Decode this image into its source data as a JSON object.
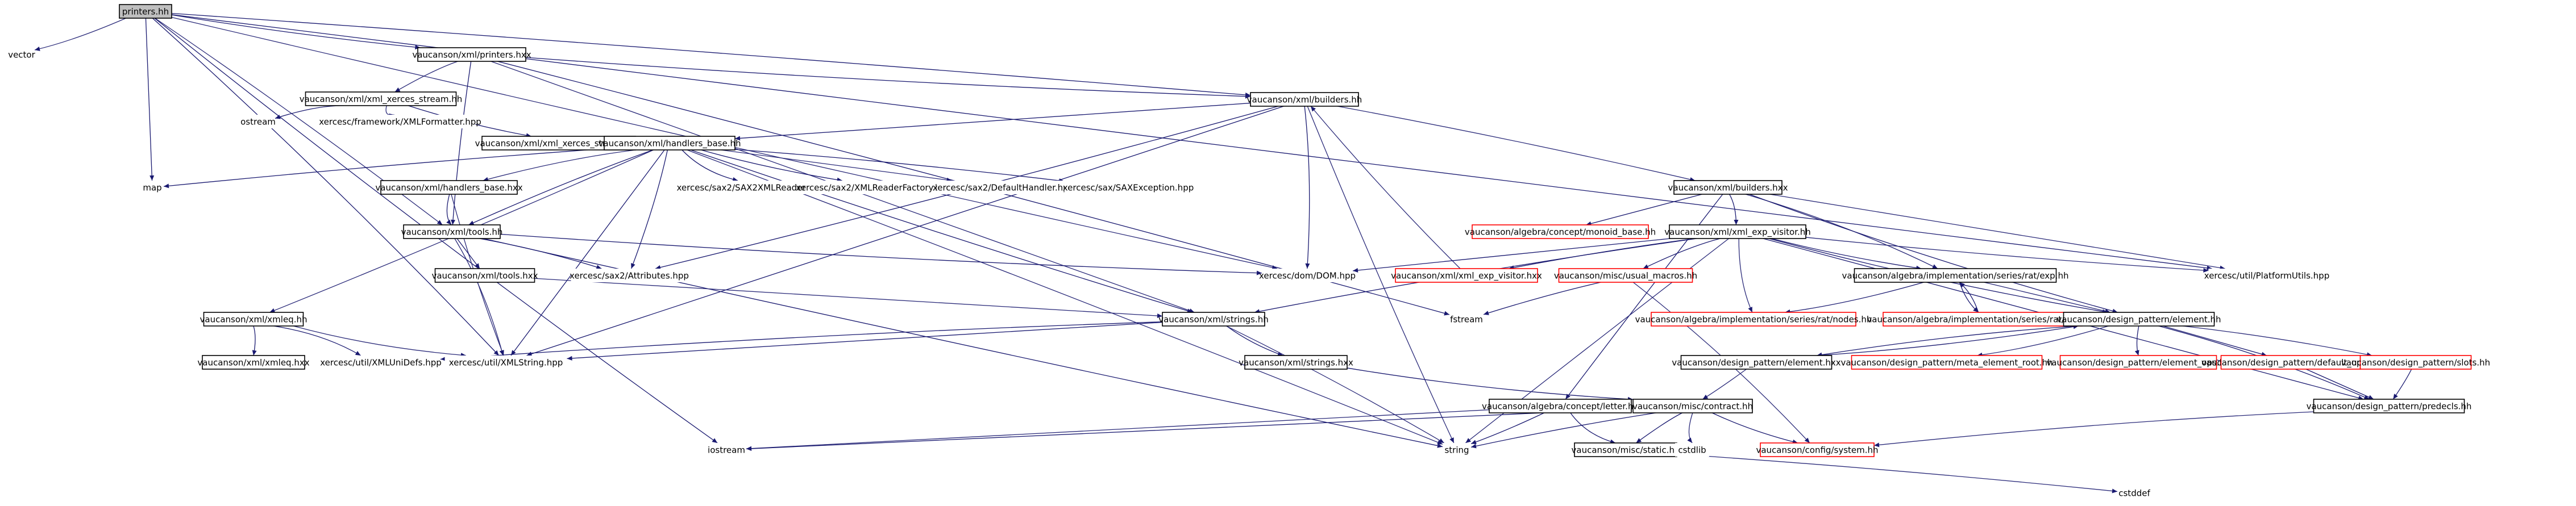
{
  "nodes": [
    {
      "id": "printers_hh",
      "label": "printers.hh",
      "style": "root"
    },
    {
      "id": "vector",
      "label": "vector",
      "style": "plain"
    },
    {
      "id": "xml_printers_hxx",
      "label": "vaucanson/xml/printers.hxx",
      "style": "normal"
    },
    {
      "id": "xml_builders_hh",
      "label": "vaucanson/xml/builders.hh",
      "style": "normal"
    },
    {
      "id": "xml_xerces_stream_hh",
      "label": "vaucanson/xml/xml_xerces_stream.hh",
      "style": "normal"
    },
    {
      "id": "ostream",
      "label": "ostream",
      "style": "plain"
    },
    {
      "id": "xmlformatter",
      "label": "xercesc/framework/XMLFormatter.hpp",
      "style": "plain"
    },
    {
      "id": "xml_xerces_stream_hxx",
      "label": "vaucanson/xml/xml_xerces_stream.hxx",
      "style": "normal"
    },
    {
      "id": "handlers_base_hh",
      "label": "vaucanson/xml/handlers_base.hh",
      "style": "normal"
    },
    {
      "id": "map",
      "label": "map",
      "style": "plain"
    },
    {
      "id": "handlers_base_hxx",
      "label": "vaucanson/xml/handlers_base.hxx",
      "style": "normal"
    },
    {
      "id": "sax2xmlreader",
      "label": "xercesc/sax2/SAX2XMLReader.hpp",
      "style": "plain"
    },
    {
      "id": "xmlreaderfactory",
      "label": "xercesc/sax2/XMLReaderFactory.hpp",
      "style": "plain"
    },
    {
      "id": "defaulthandler",
      "label": "xercesc/sax2/DefaultHandler.hpp",
      "style": "plain"
    },
    {
      "id": "saxexception",
      "label": "xercesc/sax/SAXException.hpp",
      "style": "plain"
    },
    {
      "id": "tools_hh",
      "label": "vaucanson/xml/tools.hh",
      "style": "normal"
    },
    {
      "id": "tools_hxx",
      "label": "vaucanson/xml/tools.hxx",
      "style": "normal"
    },
    {
      "id": "attributes",
      "label": "xercesc/sax2/Attributes.hpp",
      "style": "plain"
    },
    {
      "id": "xmleq_hh",
      "label": "vaucanson/xml/xmleq.hh",
      "style": "normal"
    },
    {
      "id": "xmleq_hxx",
      "label": "vaucanson/xml/xmleq.hxx",
      "style": "normal"
    },
    {
      "id": "xmlunidefs",
      "label": "xercesc/util/XMLUniDefs.hpp",
      "style": "plain"
    },
    {
      "id": "xmlstring",
      "label": "xercesc/util/XMLString.hpp",
      "style": "plain"
    },
    {
      "id": "strings_hh",
      "label": "vaucanson/xml/strings.hh",
      "style": "normal"
    },
    {
      "id": "strings_hxx",
      "label": "vaucanson/xml/strings.hxx",
      "style": "normal"
    },
    {
      "id": "fstream",
      "label": "fstream",
      "style": "plain"
    },
    {
      "id": "domdom",
      "label": "xercesc/dom/DOM.hpp",
      "style": "plain"
    },
    {
      "id": "xml_exp_visitor_hxx",
      "label": "vaucanson/xml/xml_exp_visitor.hxx",
      "style": "red"
    },
    {
      "id": "builders_hxx",
      "label": "vaucanson/xml/builders.hxx",
      "style": "normal"
    },
    {
      "id": "monoid_base",
      "label": "vaucanson/algebra/concept/monoid_base.hh",
      "style": "red"
    },
    {
      "id": "xml_exp_visitor_hh",
      "label": "vaucanson/xml/xml_exp_visitor.hh",
      "style": "normal"
    },
    {
      "id": "usual_macros",
      "label": "vaucanson/misc/usual_macros.hh",
      "style": "red"
    },
    {
      "id": "seriesrat_nodes",
      "label": "vaucanson/algebra/implementation/series/rat/nodes.hh",
      "style": "red"
    },
    {
      "id": "seriesrat_exp_hh",
      "label": "vaucanson/algebra/implementation/series/rat/exp.hh",
      "style": "normal"
    },
    {
      "id": "seriesrat_exp_hxx",
      "label": "vaucanson/algebra/implementation/series/rat/exp.hxx",
      "style": "red"
    },
    {
      "id": "platformutils",
      "label": "xercesc/util/PlatformUtils.hpp",
      "style": "plain"
    },
    {
      "id": "dp_element_hh",
      "label": "vaucanson/design_pattern/element.hh",
      "style": "normal"
    },
    {
      "id": "dp_element_hxx",
      "label": "vaucanson/design_pattern/element.hxx",
      "style": "normal"
    },
    {
      "id": "dp_meta_element_root",
      "label": "vaucanson/design_pattern/meta_element_root.hh",
      "style": "red"
    },
    {
      "id": "dp_element_ops",
      "label": "vaucanson/design_pattern/element_ops.hh",
      "style": "red"
    },
    {
      "id": "dp_default_ops",
      "label": "vaucanson/design_pattern/default_ops.hh",
      "style": "red"
    },
    {
      "id": "dp_slots",
      "label": "vaucanson/design_pattern/slots.hh",
      "style": "red"
    },
    {
      "id": "dp_predecls",
      "label": "vaucanson/design_pattern/predecls.hh",
      "style": "normal"
    },
    {
      "id": "letter_hh",
      "label": "vaucanson/algebra/concept/letter.hh",
      "style": "normal"
    },
    {
      "id": "contract_hh",
      "label": "vaucanson/misc/contract.hh",
      "style": "normal"
    },
    {
      "id": "static_hh",
      "label": "vaucanson/misc/static.hh",
      "style": "normal"
    },
    {
      "id": "cstdlib",
      "label": "cstdlib",
      "style": "plain"
    },
    {
      "id": "config_system",
      "label": "vaucanson/config/system.hh",
      "style": "red"
    },
    {
      "id": "iostream",
      "label": "iostream",
      "style": "plain"
    },
    {
      "id": "string",
      "label": "string",
      "style": "plain"
    },
    {
      "id": "cstddef",
      "label": "cstddef",
      "style": "plain"
    }
  ],
  "edges": [
    [
      "printers_hh",
      "vector"
    ],
    [
      "printers_hh",
      "xml_printers_hxx"
    ],
    [
      "printers_hh",
      "map"
    ],
    [
      "printers_hh",
      "tools_hh"
    ],
    [
      "printers_hh",
      "xmlstring"
    ],
    [
      "printers_hh",
      "iostream"
    ],
    [
      "printers_hh",
      "domdom"
    ],
    [
      "printers_hh",
      "platformutils"
    ],
    [
      "printers_hh",
      "xml_builders_hh"
    ],
    [
      "xml_printers_hxx",
      "xml_xerces_stream_hh"
    ],
    [
      "xml_printers_hxx",
      "xml_builders_hh"
    ],
    [
      "xml_printers_hxx",
      "tools_hh"
    ],
    [
      "xml_printers_hxx",
      "strings_hh"
    ],
    [
      "xml_printers_hxx",
      "fstream"
    ],
    [
      "xml_xerces_stream_hh",
      "ostream"
    ],
    [
      "xml_xerces_stream_hh",
      "xmlformatter"
    ],
    [
      "xml_xerces_stream_hh",
      "xml_xerces_stream_hxx"
    ],
    [
      "xml_builders_hh",
      "handlers_base_hh"
    ],
    [
      "xml_builders_hh",
      "builders_hxx"
    ],
    [
      "xml_builders_hh",
      "domdom"
    ],
    [
      "xml_builders_hh",
      "attributes"
    ],
    [
      "xml_builders_hh",
      "string"
    ],
    [
      "xml_builders_hh",
      "xmlstring"
    ],
    [
      "handlers_base_hh",
      "map"
    ],
    [
      "handlers_base_hh",
      "handlers_base_hxx"
    ],
    [
      "handlers_base_hh",
      "sax2xmlreader"
    ],
    [
      "handlers_base_hh",
      "xmlreaderfactory"
    ],
    [
      "handlers_base_hh",
      "defaulthandler"
    ],
    [
      "handlers_base_hh",
      "saxexception"
    ],
    [
      "handlers_base_hh",
      "attributes"
    ],
    [
      "handlers_base_hh",
      "xmleq_hh"
    ],
    [
      "handlers_base_hh",
      "strings_hh"
    ],
    [
      "handlers_base_hh",
      "xmlstring"
    ],
    [
      "handlers_base_hh",
      "string"
    ],
    [
      "handlers_base_hh",
      "tools_hh"
    ],
    [
      "handlers_base_hxx",
      "tools_hh"
    ],
    [
      "handlers_base_hxx",
      "xmlstring"
    ],
    [
      "tools_hh",
      "tools_hxx"
    ],
    [
      "tools_hh",
      "attributes"
    ],
    [
      "tools_hh",
      "xmlstring"
    ],
    [
      "tools_hh",
      "domdom"
    ],
    [
      "tools_hh",
      "string"
    ],
    [
      "tools_hxx",
      "strings_hh"
    ],
    [
      "xmleq_hh",
      "xmleq_hxx"
    ],
    [
      "xmleq_hh",
      "xmlunidefs"
    ],
    [
      "xmleq_hh",
      "xmlstring"
    ],
    [
      "strings_hh",
      "strings_hxx"
    ],
    [
      "strings_hh",
      "xmlstring"
    ],
    [
      "strings_hh",
      "string"
    ],
    [
      "strings_hh",
      "xmlunidefs"
    ],
    [
      "strings_hxx",
      "contract_hh"
    ],
    [
      "xml_exp_visitor_hxx",
      "xml_builders_hh"
    ],
    [
      "builders_hxx",
      "monoid_base"
    ],
    [
      "builders_hxx",
      "xml_exp_visitor_hh"
    ],
    [
      "builders_hxx",
      "seriesrat_exp_hh"
    ],
    [
      "builders_hxx",
      "dp_element_hh"
    ],
    [
      "builders_hxx",
      "letter_hh"
    ],
    [
      "builders_hxx",
      "platformutils"
    ],
    [
      "xml_exp_visitor_hh",
      "xml_exp_visitor_hxx"
    ],
    [
      "xml_exp_visitor_hh",
      "usual_macros"
    ],
    [
      "xml_exp_visitor_hh",
      "seriesrat_nodes"
    ],
    [
      "xml_exp_visitor_hh",
      "seriesrat_exp_hh"
    ],
    [
      "xml_exp_visitor_hh",
      "domdom"
    ],
    [
      "xml_exp_visitor_hh",
      "string"
    ],
    [
      "xml_exp_visitor_hh",
      "strings_hh"
    ],
    [
      "xml_exp_visitor_hh",
      "dp_element_hh"
    ],
    [
      "xml_exp_visitor_hh",
      "platformutils"
    ],
    [
      "xml_exp_visitor_hh",
      "dp_predecls"
    ],
    [
      "usual_macros",
      "fstream"
    ],
    [
      "usual_macros",
      "config_system"
    ],
    [
      "seriesrat_exp_hh",
      "seriesrat_nodes"
    ],
    [
      "seriesrat_exp_hh",
      "seriesrat_exp_hxx"
    ],
    [
      "seriesrat_exp_hh",
      "dp_element_hh"
    ],
    [
      "seriesrat_exp_hxx",
      "seriesrat_exp_hh"
    ],
    [
      "dp_element_hh",
      "dp_element_hxx"
    ],
    [
      "dp_element_hh",
      "dp_meta_element_root"
    ],
    [
      "dp_element_hh",
      "dp_element_ops"
    ],
    [
      "dp_element_hh",
      "dp_default_ops"
    ],
    [
      "dp_element_hh",
      "dp_slots"
    ],
    [
      "dp_element_hh",
      "dp_predecls"
    ],
    [
      "dp_element_hxx",
      "dp_element_hh"
    ],
    [
      "dp_element_hxx",
      "contract_hh"
    ],
    [
      "dp_default_ops",
      "dp_predecls"
    ],
    [
      "dp_slots",
      "dp_predecls"
    ],
    [
      "dp_predecls",
      "config_system"
    ],
    [
      "letter_hh",
      "static_hh"
    ],
    [
      "letter_hh",
      "string"
    ],
    [
      "letter_hh",
      "iostream"
    ],
    [
      "contract_hh",
      "string"
    ],
    [
      "contract_hh",
      "static_hh"
    ],
    [
      "contract_hh",
      "cstdlib"
    ],
    [
      "contract_hh",
      "config_system"
    ],
    [
      "contract_hh",
      "iostream"
    ],
    [
      "static_hh",
      "cstddef"
    ],
    [
      "xmlformatter",
      "xmlformatter"
    ]
  ]
}
